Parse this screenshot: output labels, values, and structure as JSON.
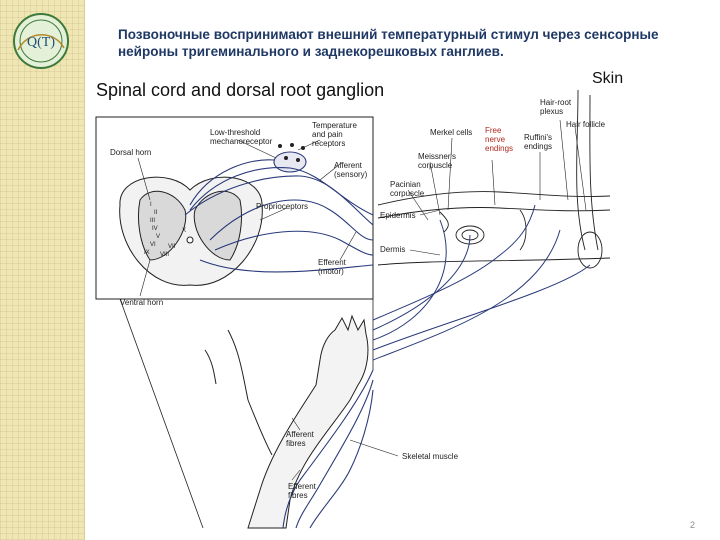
{
  "slide": {
    "title": "Позвоночные воспринимают внешний температурный стимул через сенсорные нейроны тригеминального и заднекорешковых ганглиев.",
    "page_number": "2"
  },
  "logo": {
    "text": "Q(T)",
    "icon": "qt-logo-icon"
  },
  "diagram": {
    "heading_left": "Spinal cord and dorsal root ganglion",
    "heading_skin": "Skin",
    "labels": {
      "dorsal_horn": "Dorsal horn",
      "low_threshold": "Low-threshold\nmechanoreceptor",
      "temperature_pain": "Temperature\nand pain\nreceptors",
      "afferent_sensory": "Afferent\n(sensory)",
      "proprioceptors": "Proprioceptors",
      "efferent_motor": "Efferent\n(motor)",
      "ventral_horn": "Ventral horn",
      "merkel_cells": "Merkel cells",
      "meissners": "Meissner's\ncorpuscle",
      "pacinian": "Pacinian\ncorpuscle",
      "free_nerve": "Free\nnerve\nendings",
      "ruffinis": "Ruffini's\nendings",
      "hair_root": "Hair-root\nplexus",
      "hair_follicle": "Hair follicle",
      "epidermis": "Epidermis",
      "dermis": "Dermis",
      "afferent_fibres": "Afferent\nfibres",
      "skeletal_muscle": "Skeletal muscle",
      "efferent_fibres": "Efferent\nfibres"
    },
    "laminae": [
      "I",
      "II",
      "III",
      "IV",
      "V",
      "VI",
      "VII",
      "VIII",
      "IX",
      "X"
    ]
  },
  "colors": {
    "title": "#1f3864",
    "accent_red": "#b0281e",
    "nerve_blue": "#2a3a7a",
    "sidebar": "#efe6b4"
  }
}
